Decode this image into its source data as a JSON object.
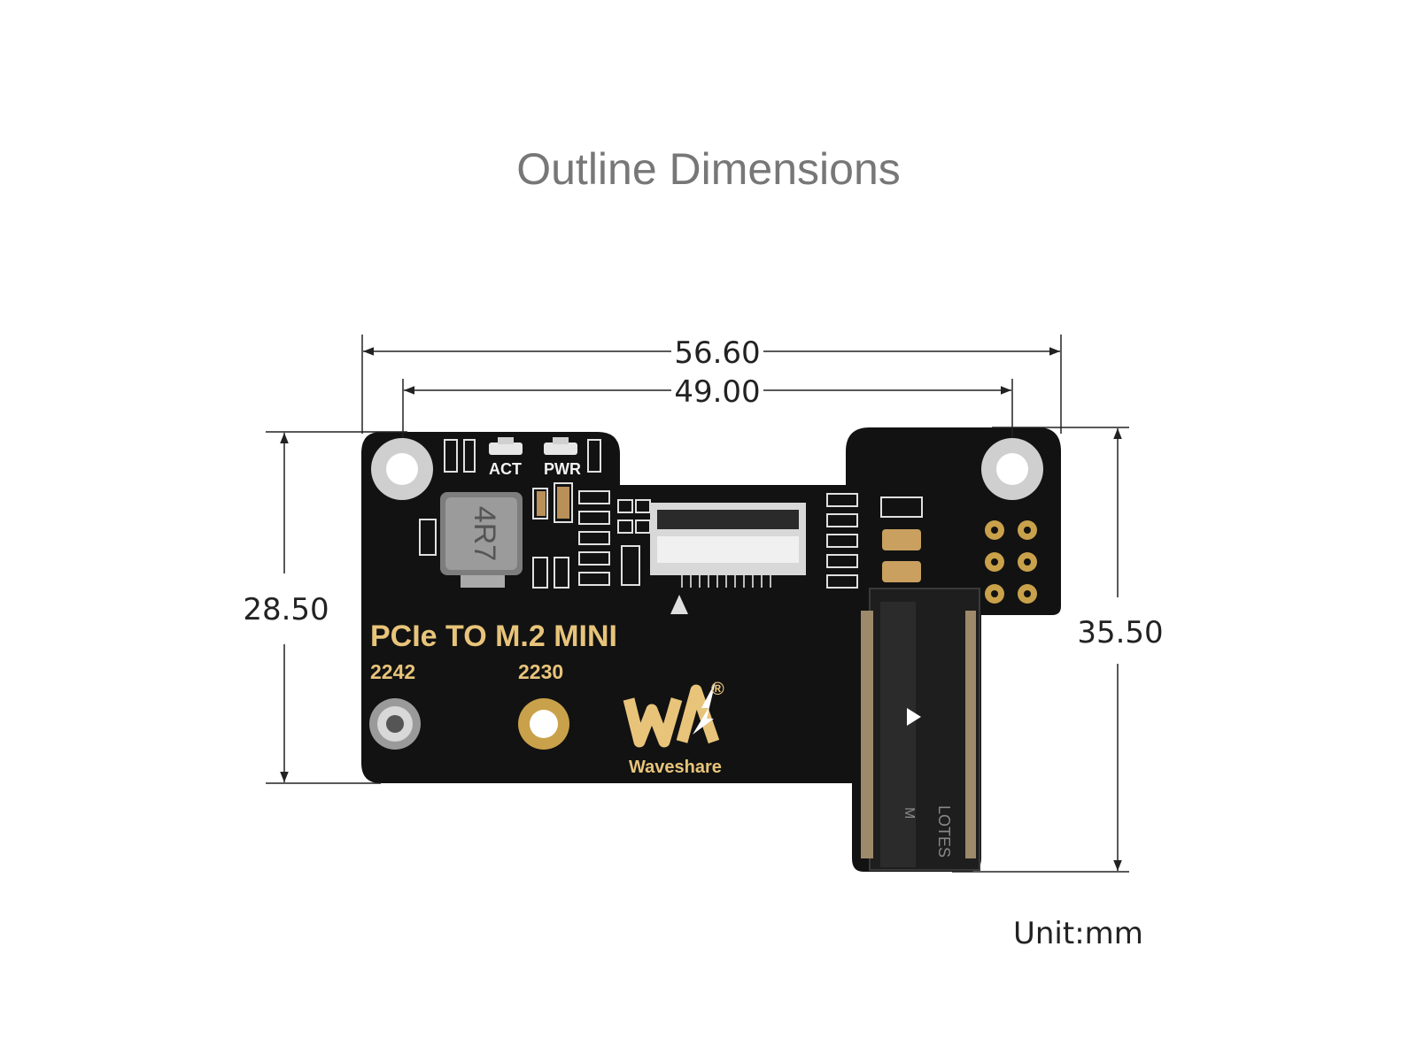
{
  "title": "Outline Dimensions",
  "unit_label": "Unit:mm",
  "dimensions": {
    "overall_width": "56.60",
    "hole_spacing": "49.00",
    "left_height": "28.50",
    "right_height": "35.50"
  },
  "board": {
    "name": "PCIe TO M.2 MINI",
    "size_2242": "2242",
    "size_2230": "2230",
    "led_act": "ACT",
    "led_pwr": "PWR",
    "inductor": "4R7",
    "brand": "Waveshare",
    "registered": "®",
    "socket_text_1": "LOTES",
    "socket_text_2": "M",
    "colors": {
      "pcb": "#121212",
      "silk": "#e8c47a",
      "gold": "#c9a14a"
    }
  }
}
